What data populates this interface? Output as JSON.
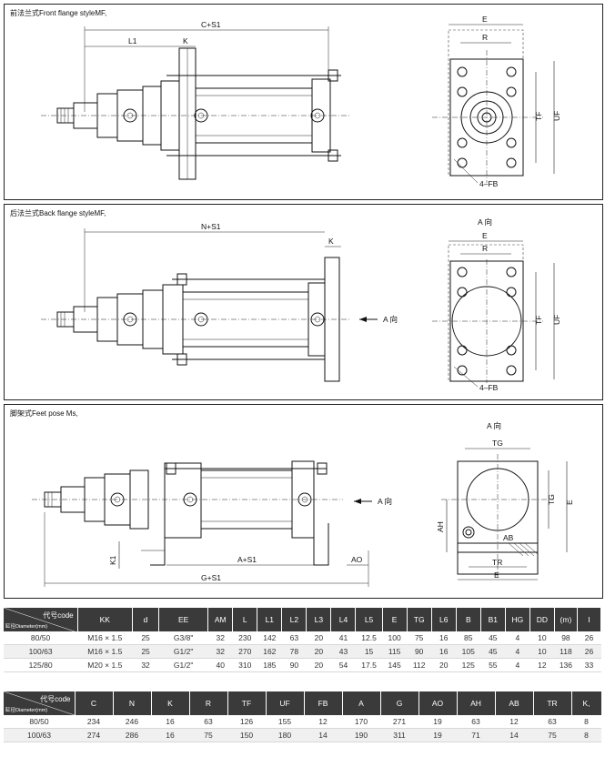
{
  "panels": {
    "front": {
      "title": "前法兰式Front flange styleMF,",
      "labels": {
        "cs1": "C+S1",
        "l1": "L1",
        "k": "K",
        "e": "E",
        "r": "R",
        "tf": "TF",
        "uf": "UF",
        "fb": "4–FB"
      }
    },
    "back": {
      "title": "后法兰式Back flange styleMF,",
      "labels": {
        "ns1": "N+S1",
        "k": "K",
        "view": "A 向",
        "arrow": "A 向",
        "e": "E",
        "r": "R",
        "tf": "TF",
        "uf": "UF",
        "fb": "4–FB"
      }
    },
    "feet": {
      "title": "脚架式Feet pose Ms,",
      "labels": {
        "k1": "K1",
        "as1": "A+S1",
        "gs1": "G+S1",
        "ao": "AO",
        "arrow": "A 向",
        "view": "A 向",
        "tg_top": "TG",
        "tg_side": "TG",
        "e_side": "E",
        "ah": "AH",
        "ab": "AB",
        "tr": "TR",
        "e_bottom": "E"
      }
    }
  },
  "table1": {
    "corner_code": "代号code",
    "corner_dia": "缸径Diameter(mm)",
    "headers": [
      "KK",
      "d",
      "EE",
      "AM",
      "L",
      "L1",
      "L2",
      "L3",
      "L4",
      "L5",
      "E",
      "TG",
      "L6",
      "B",
      "B1",
      "HG",
      "DD",
      "(m)",
      "I"
    ],
    "rows": [
      [
        "80/50",
        "M16 × 1.5",
        "25",
        "G3/8\"",
        "32",
        "230",
        "142",
        "63",
        "20",
        "41",
        "12.5",
        "100",
        "75",
        "16",
        "85",
        "45",
        "4",
        "10",
        "98",
        "26"
      ],
      [
        "100/63",
        "M16 × 1.5",
        "25",
        "G1/2\"",
        "32",
        "270",
        "162",
        "78",
        "20",
        "43",
        "15",
        "115",
        "90",
        "16",
        "105",
        "45",
        "4",
        "10",
        "118",
        "26"
      ],
      [
        "125/80",
        "M20 × 1.5",
        "32",
        "G1/2\"",
        "40",
        "310",
        "185",
        "90",
        "20",
        "54",
        "17.5",
        "145",
        "112",
        "20",
        "125",
        "55",
        "4",
        "12",
        "136",
        "33"
      ]
    ]
  },
  "table2": {
    "corner_code": "代号code",
    "corner_dia": "缸径Diameter(mm)",
    "headers": [
      "C",
      "N",
      "K",
      "R",
      "TF",
      "UF",
      "FB",
      "A",
      "G",
      "AO",
      "AH",
      "AB",
      "TR",
      "K,"
    ],
    "rows": [
      [
        "80/50",
        "234",
        "246",
        "16",
        "63",
        "126",
        "155",
        "12",
        "170",
        "271",
        "19",
        "63",
        "12",
        "63",
        "8"
      ],
      [
        "100/63",
        "274",
        "286",
        "16",
        "75",
        "150",
        "180",
        "14",
        "190",
        "311",
        "19",
        "71",
        "14",
        "75",
        "8"
      ]
    ]
  }
}
